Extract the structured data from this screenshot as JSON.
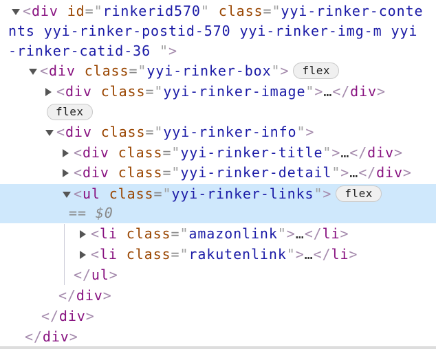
{
  "colors": {
    "highlight": "#cfe8fc",
    "tag": "#881280",
    "attr_name": "#994500",
    "attr_value": "#1a1aa6"
  },
  "lines": [
    {
      "toggle": "exp",
      "tokens": [
        [
          "br",
          "<"
        ],
        [
          "tag",
          "div"
        ],
        [
          "an",
          " id"
        ],
        [
          "eq",
          "="
        ],
        [
          "q",
          "\""
        ],
        [
          "av",
          "rinkerid570"
        ],
        [
          "q",
          "\""
        ],
        [
          "an",
          " class"
        ],
        [
          "eq",
          "="
        ],
        [
          "q",
          "\""
        ],
        [
          "av",
          "yyi-rinker-conte"
        ]
      ]
    },
    {
      "tokens": [
        [
          "av",
          "nts yyi-rinker-postid-570 yyi-rinker-img-m yyi"
        ]
      ]
    },
    {
      "tokens": [
        [
          "av",
          "-rinker-catid-36 "
        ],
        [
          "q",
          "\""
        ],
        [
          "br",
          ">"
        ]
      ]
    },
    {
      "toggle": "exp",
      "tokens": [
        [
          "br",
          "<"
        ],
        [
          "tag",
          "div"
        ],
        [
          "an",
          " class"
        ],
        [
          "eq",
          "="
        ],
        [
          "q",
          "\""
        ],
        [
          "av",
          "yyi-rinker-box"
        ],
        [
          "q",
          "\""
        ],
        [
          "br",
          ">"
        ]
      ],
      "badge": "flex"
    },
    {
      "toggle": "col",
      "tokens": [
        [
          "br",
          "<"
        ],
        [
          "tag",
          "div"
        ],
        [
          "an",
          " class"
        ],
        [
          "eq",
          "="
        ],
        [
          "q",
          "\""
        ],
        [
          "av",
          "yyi-rinker-image"
        ],
        [
          "q",
          "\""
        ],
        [
          "br",
          ">"
        ],
        [
          "ell",
          "…"
        ],
        [
          "br",
          "</"
        ],
        [
          "tag",
          "div"
        ],
        [
          "br",
          ">"
        ]
      ]
    },
    {
      "tokens": [],
      "badge": "flex"
    },
    {
      "toggle": "exp",
      "tokens": [
        [
          "br",
          "<"
        ],
        [
          "tag",
          "div"
        ],
        [
          "an",
          " class"
        ],
        [
          "eq",
          "="
        ],
        [
          "q",
          "\""
        ],
        [
          "av",
          "yyi-rinker-info"
        ],
        [
          "q",
          "\""
        ],
        [
          "br",
          ">"
        ]
      ]
    },
    {
      "toggle": "col",
      "tokens": [
        [
          "br",
          "<"
        ],
        [
          "tag",
          "div"
        ],
        [
          "an",
          " class"
        ],
        [
          "eq",
          "="
        ],
        [
          "q",
          "\""
        ],
        [
          "av",
          "yyi-rinker-title"
        ],
        [
          "q",
          "\""
        ],
        [
          "br",
          ">"
        ],
        [
          "ell",
          "…"
        ],
        [
          "br",
          "</"
        ],
        [
          "tag",
          "div"
        ],
        [
          "br",
          ">"
        ]
      ]
    },
    {
      "toggle": "col",
      "tokens": [
        [
          "br",
          "<"
        ],
        [
          "tag",
          "div"
        ],
        [
          "an",
          " class"
        ],
        [
          "eq",
          "="
        ],
        [
          "q",
          "\""
        ],
        [
          "av",
          "yyi-rinker-detail"
        ],
        [
          "q",
          "\""
        ],
        [
          "br",
          ">"
        ],
        [
          "ell",
          "…"
        ],
        [
          "br",
          "</"
        ],
        [
          "tag",
          "div"
        ],
        [
          "br",
          ">"
        ]
      ]
    },
    {
      "toggle": "exp",
      "selected": true,
      "tokens": [
        [
          "br",
          "<"
        ],
        [
          "tag",
          "ul"
        ],
        [
          "an",
          " class"
        ],
        [
          "eq",
          "="
        ],
        [
          "q",
          "\""
        ],
        [
          "av",
          "yyi-rinker-links"
        ],
        [
          "q",
          "\""
        ],
        [
          "br",
          ">"
        ]
      ],
      "badge": "flex"
    },
    {
      "tokens": [
        [
          "dollar",
          "== $0"
        ]
      ]
    },
    {
      "toggle": "col",
      "tokens": [
        [
          "br",
          "<"
        ],
        [
          "tag",
          "li"
        ],
        [
          "an",
          " class"
        ],
        [
          "eq",
          "="
        ],
        [
          "q",
          "\""
        ],
        [
          "av",
          "amazonlink"
        ],
        [
          "q",
          "\""
        ],
        [
          "br",
          ">"
        ],
        [
          "ell",
          "…"
        ],
        [
          "br",
          "</"
        ],
        [
          "tag",
          "li"
        ],
        [
          "br",
          ">"
        ]
      ]
    },
    {
      "toggle": "col",
      "tokens": [
        [
          "br",
          "<"
        ],
        [
          "tag",
          "li"
        ],
        [
          "an",
          " class"
        ],
        [
          "eq",
          "="
        ],
        [
          "q",
          "\""
        ],
        [
          "av",
          "rakutenlink"
        ],
        [
          "q",
          "\""
        ],
        [
          "br",
          ">"
        ],
        [
          "ell",
          "…"
        ],
        [
          "br",
          "</"
        ],
        [
          "tag",
          "li"
        ],
        [
          "br",
          ">"
        ]
      ]
    },
    {
      "tokens": [
        [
          "br",
          "</"
        ],
        [
          "tag",
          "ul"
        ],
        [
          "br",
          ">"
        ]
      ]
    },
    {
      "tokens": [
        [
          "br",
          "</"
        ],
        [
          "tag",
          "div"
        ],
        [
          "br",
          ">"
        ]
      ]
    },
    {
      "tokens": [
        [
          "br",
          "</"
        ],
        [
          "tag",
          "div"
        ],
        [
          "br",
          ">"
        ]
      ]
    },
    {
      "tokens": [
        [
          "br",
          "</"
        ],
        [
          "tag",
          "div"
        ],
        [
          "br",
          ">"
        ]
      ]
    }
  ]
}
